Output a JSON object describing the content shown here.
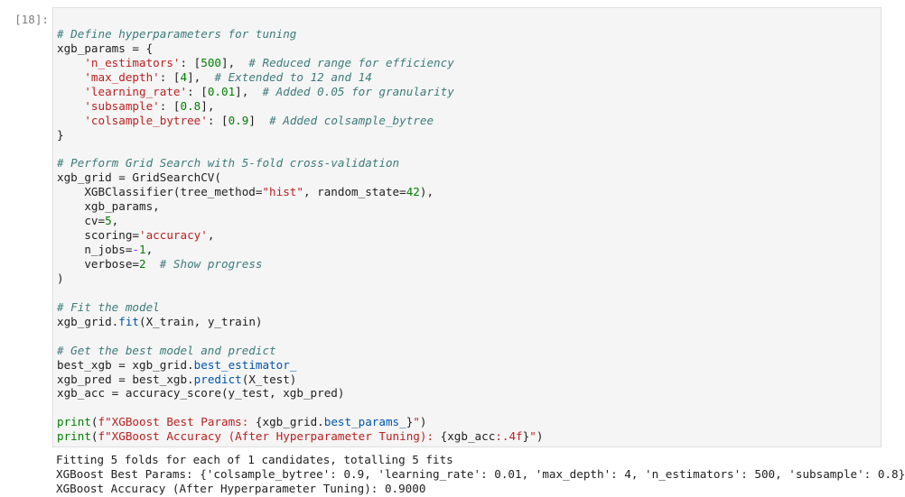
{
  "cell": {
    "prompt": "[18]:"
  },
  "code": {
    "l1": "# Define hyperparameters for tuning",
    "l2": "xgb_params = {",
    "l3_indent": "    ",
    "l3_key": "'n_estimators'",
    "l3_mid": ": [",
    "l3_num": "500",
    "l3_end": "],  ",
    "l3_comment": "# Reduced range for efficiency",
    "l4_key": "'max_depth'",
    "l4_mid": ": [",
    "l4_num": "4",
    "l4_end": "],  ",
    "l4_comment": "# Extended to 12 and 14",
    "l5_key": "'learning_rate'",
    "l5_mid": ": [",
    "l5_num": "0.01",
    "l5_end": "],  ",
    "l5_comment": "# Added 0.05 for granularity",
    "l6_key": "'subsample'",
    "l6_mid": ": [",
    "l6_num": "0.8",
    "l6_end": "],",
    "l7_key": "'colsample_bytree'",
    "l7_mid": ": [",
    "l7_num": "0.9",
    "l7_end": "]  ",
    "l7_comment": "# Added colsample_bytree",
    "l8": "}",
    "l10": "# Perform Grid Search with 5-fold cross-validation",
    "l11": "xgb_grid = GridSearchCV(",
    "l12_a": "    XGBClassifier(tree_method=",
    "l12_s": "\"hist\"",
    "l12_b": ", random_state=",
    "l12_n": "42",
    "l12_c": "),",
    "l13": "    xgb_params,",
    "l14_a": "    cv=",
    "l14_n": "5",
    "l14_b": ",",
    "l15_a": "    scoring=",
    "l15_s": "'accuracy'",
    "l15_b": ",",
    "l16_a": "    n_jobs=",
    "l16_o": "-",
    "l16_n": "1",
    "l16_b": ",",
    "l17_a": "    verbose=",
    "l17_n": "2",
    "l17_b": "  ",
    "l17_comment": "# Show progress",
    "l18": ")",
    "l20": "# Fit the model",
    "l21_a": "xgb_grid.",
    "l21_attr": "fit",
    "l21_b": "(X_train, y_train)",
    "l23": "# Get the best model and predict",
    "l24_a": "best_xgb = xgb_grid.",
    "l24_attr": "best_estimator_",
    "l25_a": "xgb_pred = best_xgb.",
    "l25_attr": "predict",
    "l25_b": "(X_test)",
    "l26": "xgb_acc = accuracy_score(y_test, xgb_pred)",
    "l28_fn": "print",
    "l28_a": "(",
    "l28_s1": "f\"XGBoost Best Params: ",
    "l28_b": "{xgb_grid.",
    "l28_attr": "best_params_",
    "l28_c": "}",
    "l28_s2": "\"",
    "l28_d": ")",
    "l29_fn": "print",
    "l29_a": "(",
    "l29_s1": "f\"XGBoost Accuracy (After Hyperparameter Tuning): ",
    "l29_b": "{xgb_acc",
    "l29_fmt": ":.4f",
    "l29_c": "}",
    "l29_s2": "\"",
    "l29_d": ")"
  },
  "output": {
    "line1": "Fitting 5 folds for each of 1 candidates, totalling 5 fits",
    "line2": "XGBoost Best Params: {'colsample_bytree': 0.9, 'learning_rate': 0.01, 'max_depth': 4, 'n_estimators': 500, 'subsample': 0.8}",
    "line3": "XGBoost Accuracy (After Hyperparameter Tuning): 0.9000"
  }
}
